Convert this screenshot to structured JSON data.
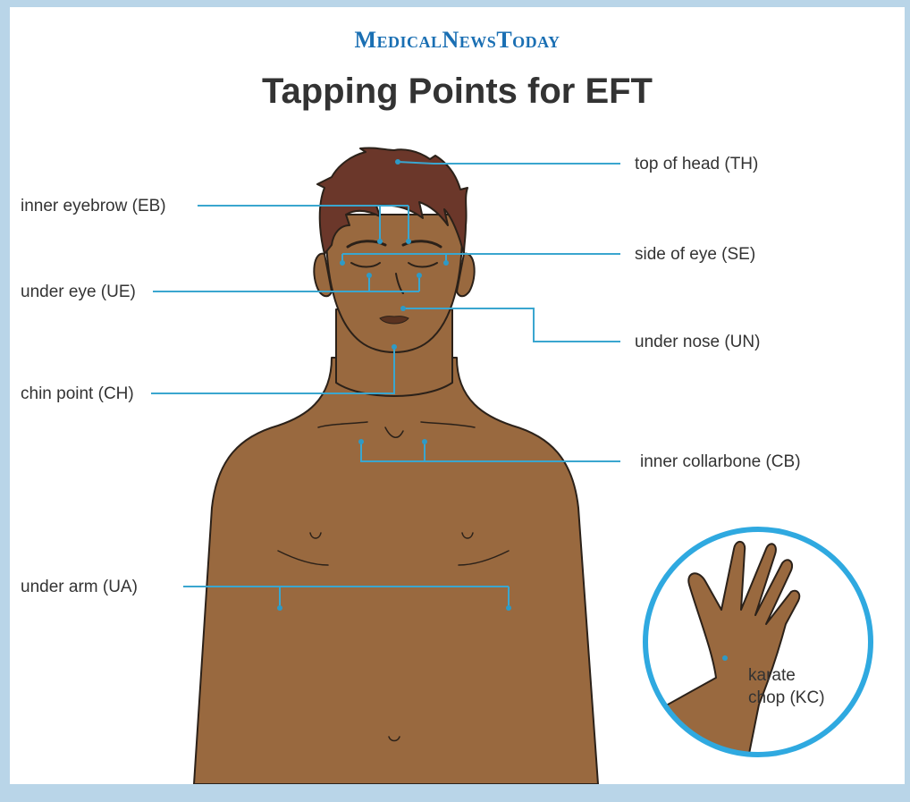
{
  "brand": "MedicalNewsToday",
  "title": "Tapping Points for EFT",
  "colors": {
    "frame": "#b9d5e8",
    "brand": "#1a6fb3",
    "skin": "#99693f",
    "hair": "#6b372a",
    "leader": "#3aa6cf",
    "circle": "#2fa9e0"
  },
  "labels": {
    "top_of_head": "top of head (TH)",
    "inner_eyebrow": "inner eyebrow (EB)",
    "side_of_eye": "side of eye (SE)",
    "under_eye": "under eye (UE)",
    "under_nose": "under nose (UN)",
    "chin_point": "chin point (CH)",
    "inner_collarbone": "inner collarbone (CB)",
    "under_arm": "under arm (UA)",
    "karate_line1": "karate",
    "karate_line2": "chop (KC)"
  }
}
